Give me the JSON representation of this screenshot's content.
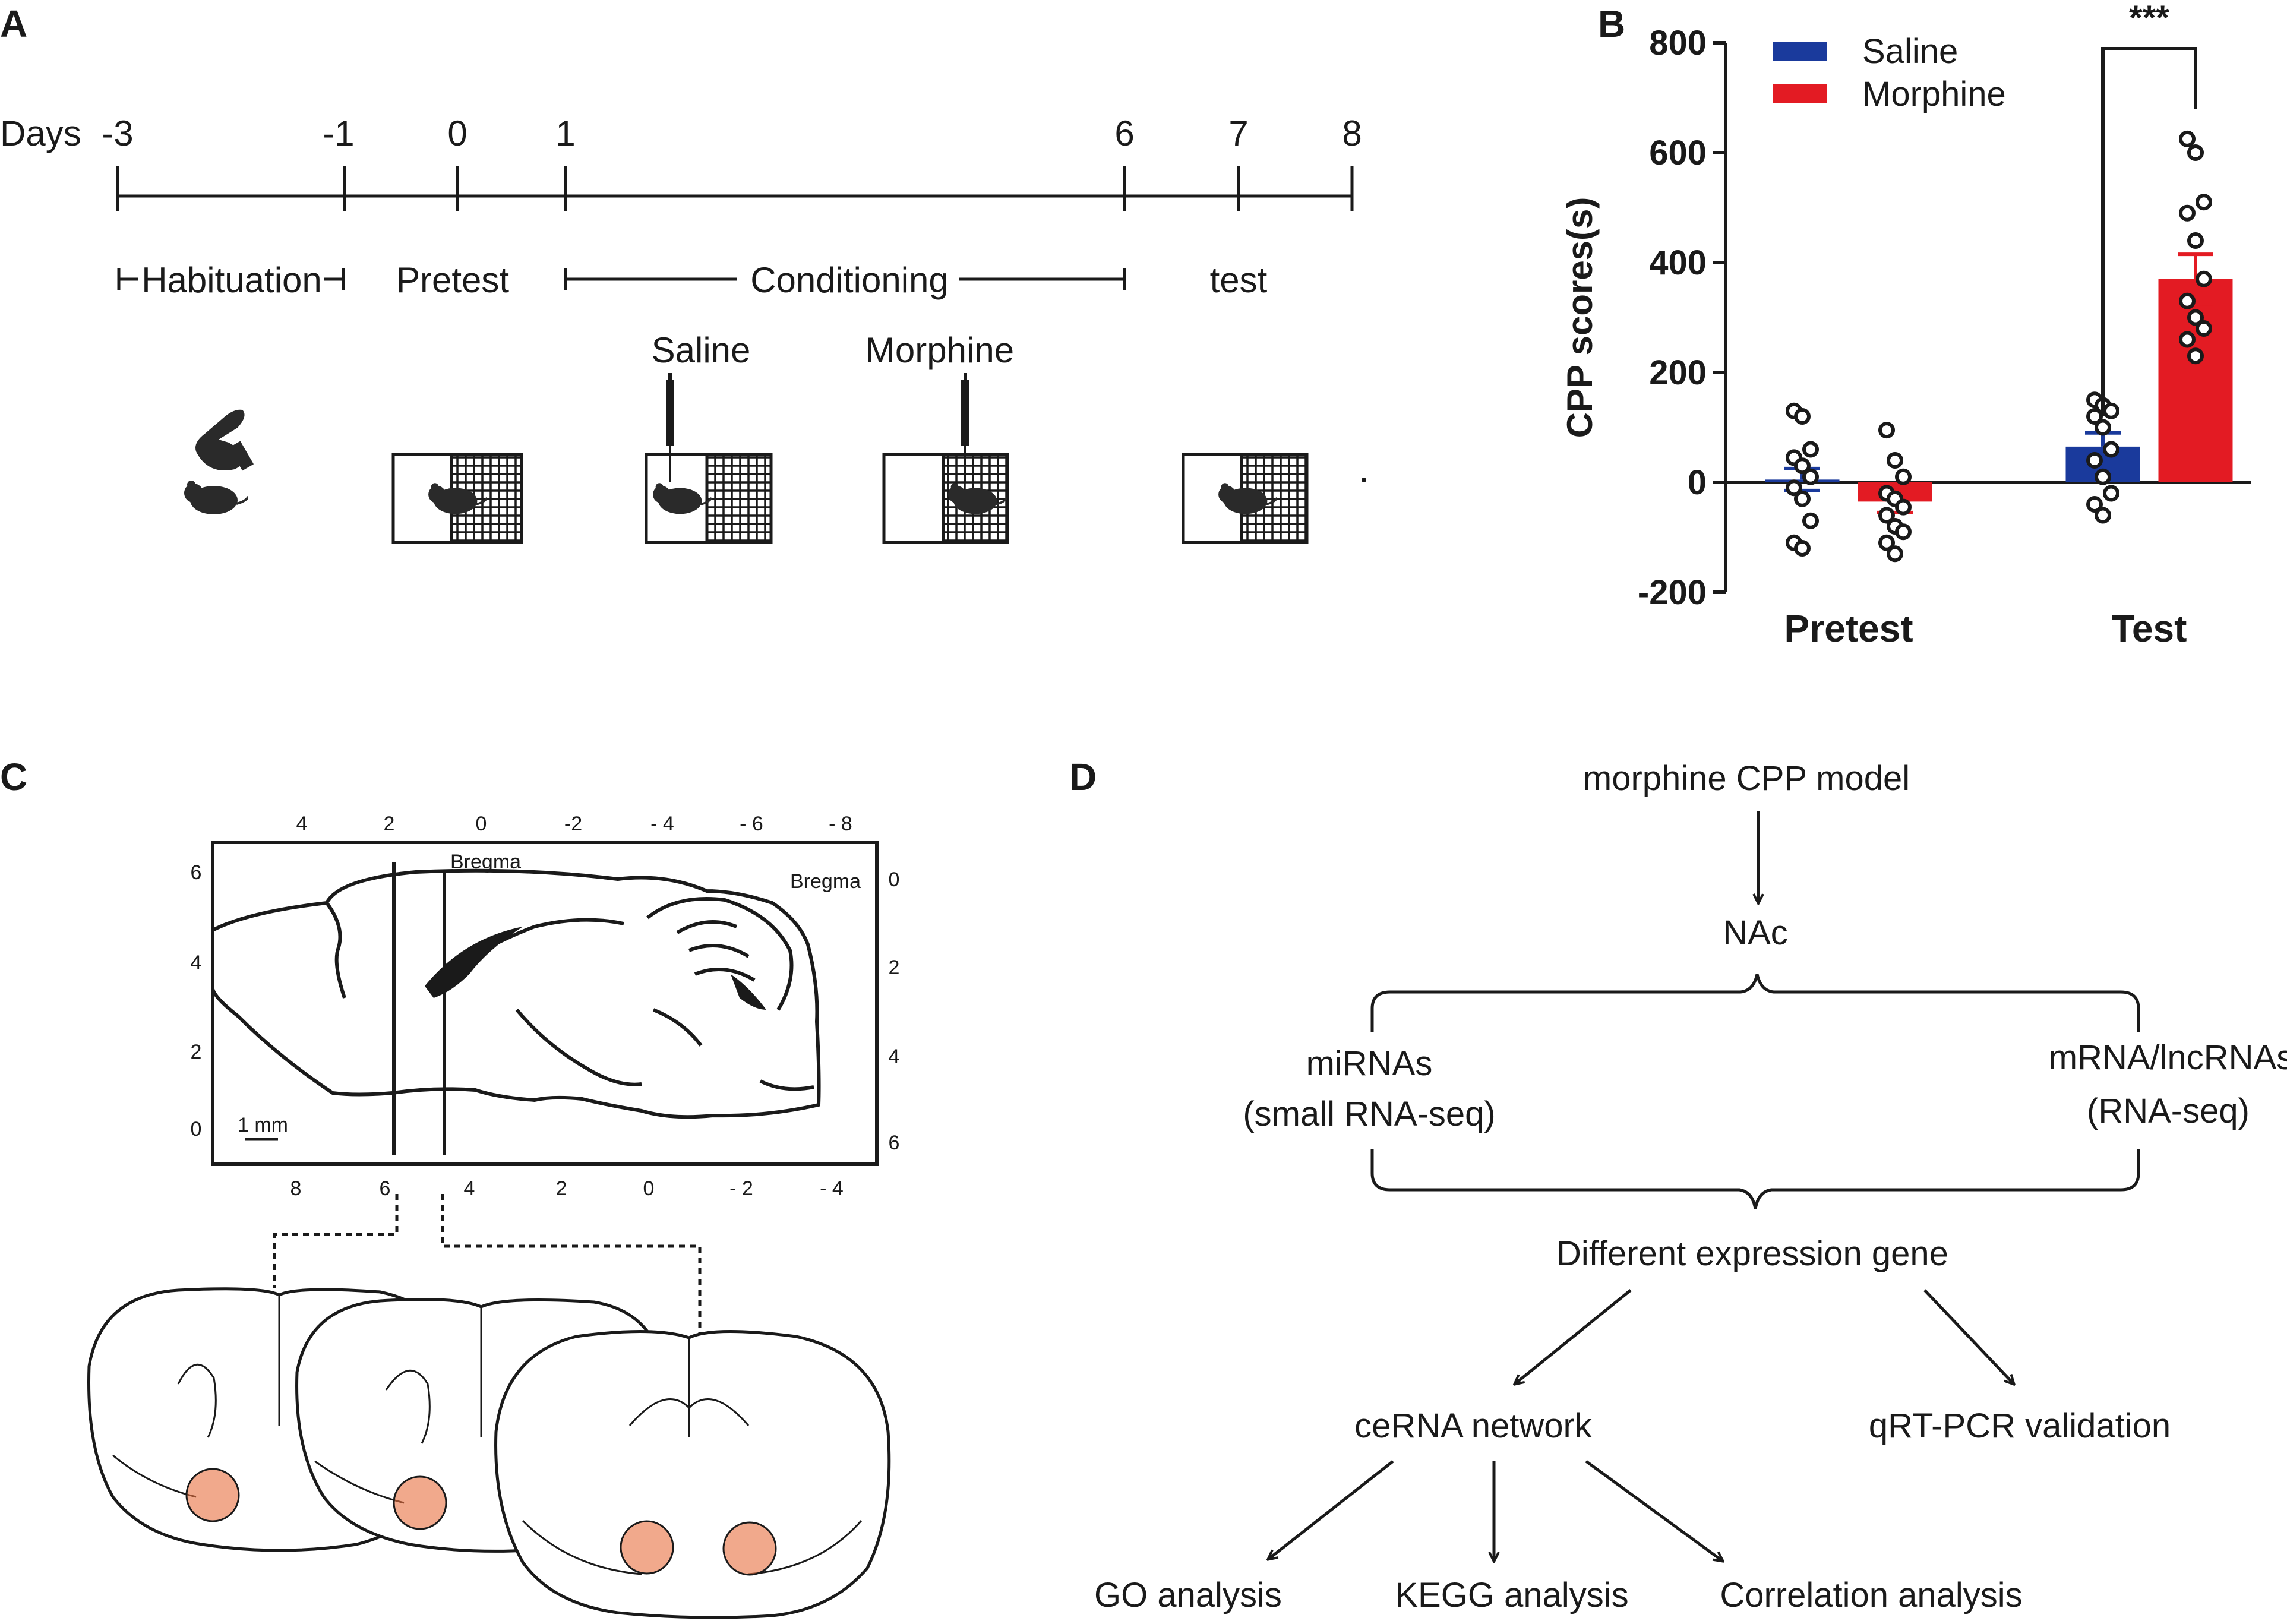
{
  "panel_a": {
    "letter": "A",
    "days_label": "Days",
    "ticks": [
      "-3",
      "-1",
      "0",
      "1",
      "6",
      "7",
      "8"
    ],
    "phases": {
      "habituation": "Habituation",
      "pretest": "Pretest",
      "conditioning": "Conditioning",
      "test": "test"
    },
    "injections": {
      "saline": "Saline",
      "morphine": "Morphine"
    }
  },
  "panel_b": {
    "letter": "B",
    "significance": "***",
    "colors": {
      "saline": "#1a3a9c",
      "morphine": "#e31b23"
    }
  },
  "chart_data": {
    "type": "bar",
    "categories": [
      "Pretest",
      "Test"
    ],
    "ylabel": "CPP scores(s)",
    "xlabel": "",
    "ylim": [
      -200,
      800
    ],
    "yticks": [
      "-200",
      "0",
      "200",
      "400",
      "600",
      "800"
    ],
    "legend_position": "top-left",
    "series": [
      {
        "name": "Saline",
        "values": [
          5,
          65
        ],
        "errors": [
          20,
          25
        ],
        "points": [
          [
            130,
            120,
            60,
            45,
            30,
            10,
            -10,
            -30,
            -70,
            -110,
            -120
          ],
          [
            150,
            140,
            130,
            120,
            100,
            60,
            40,
            10,
            -20,
            -40,
            -60
          ]
        ]
      },
      {
        "name": "Morphine",
        "values": [
          -35,
          370
        ],
        "errors": [
          20,
          45
        ],
        "points": [
          [
            95,
            40,
            10,
            -20,
            -30,
            -45,
            -60,
            -80,
            -90,
            -110,
            -130
          ],
          [
            625,
            600,
            510,
            490,
            440,
            370,
            330,
            300,
            280,
            260,
            230
          ]
        ]
      }
    ]
  },
  "panel_c": {
    "letter": "C",
    "top_ticks": [
      "4",
      "2",
      "0",
      "-2",
      "- 4",
      "- 6",
      "- 8"
    ],
    "bottom_ticks": [
      "8",
      "6",
      "4",
      "2",
      "0",
      "- 2",
      "- 4"
    ],
    "left_ticks": [
      "6",
      "4",
      "2",
      "0"
    ],
    "right_ticks": [
      "0",
      "2",
      "4",
      "6"
    ],
    "bregma_top": "Bregma",
    "bregma_right": "Bregma",
    "scale_bar": "1 mm"
  },
  "panel_d": {
    "letter": "D",
    "model": "morphine CPP model",
    "region": "NAc",
    "left_branch": [
      "miRNAs",
      "(small RNA-seq)"
    ],
    "right_branch": [
      "mRNA/lncRNAs",
      "(RNA-seq)"
    ],
    "deg": "Different expression gene",
    "cerna": "ceRNA network",
    "qpcr": "qRT-PCR validation",
    "go": "GO analysis",
    "kegg": "KEGG analysis",
    "correlation": "Correlation analysis"
  }
}
